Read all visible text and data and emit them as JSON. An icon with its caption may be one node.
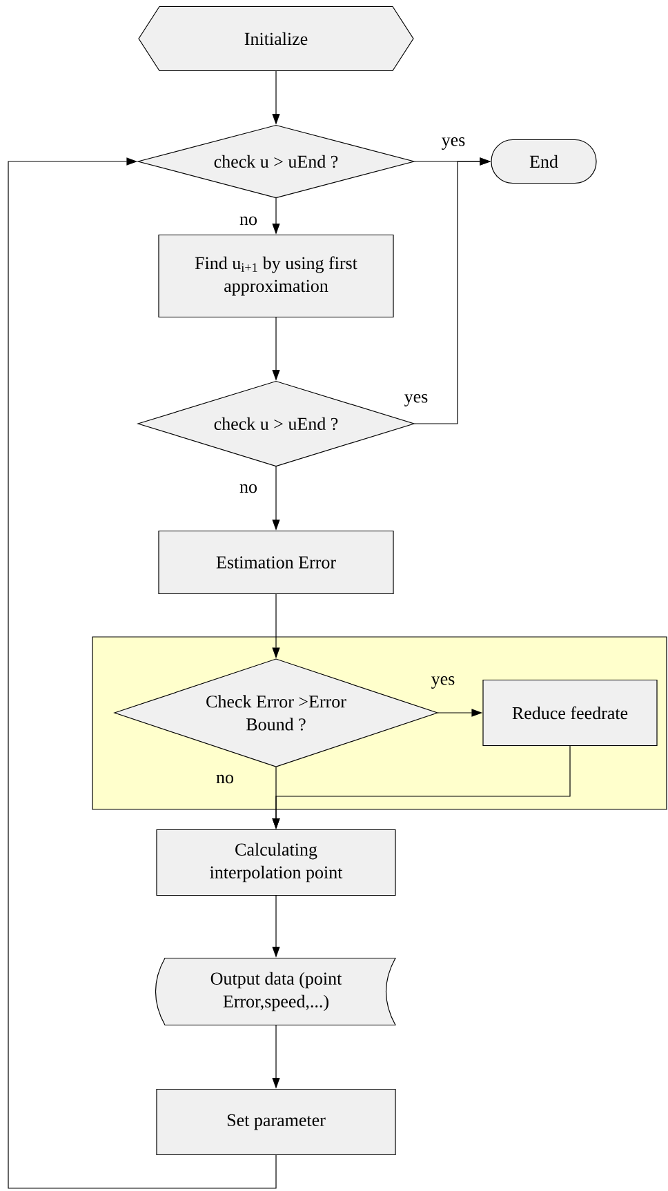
{
  "diagram": {
    "nodes": [
      {
        "text": [
          "Initialize"
        ]
      },
      {
        "text": [
          "check u > uEnd ?"
        ]
      },
      {
        "text": [
          "End"
        ]
      },
      {
        "text": [
          "Find u$_{i+1}$ by using first approximation"
        ]
      },
      {
        "text": [
          "check u > uEnd ?"
        ]
      },
      {
        "text": [
          "Estimation Error"
        ]
      },
      {
        "text": [],
        "shape": "box"
      },
      {
        "text": [
          "Check Error >Error Bound ?"
        ],
        "in": 6
      },
      {
        "text": [
          "Reduce feedrate"
        ],
        "in": 6
      },
      {
        "text": [
          "Calculating interpolation point"
        ]
      },
      {
        "text": [
          "Output data (point Error,speed,...)"
        ]
      },
      {
        "text": [
          "Set parameter"
        ]
      }
    ],
    "edges": [
      {
        "from": 0,
        "to": 1,
        "arrow": "to"
      },
      {
        "from": 1,
        "to": 2,
        "arrow": "to",
        "label": "yes"
      },
      {
        "from": 1,
        "to": 3,
        "arrow": "to",
        "label": "no"
      },
      {
        "from": 3,
        "to": 4,
        "arrow": "to"
      },
      {
        "from": 4,
        "to": 2,
        "arrow": "to",
        "label": "yes"
      },
      {
        "from": 4,
        "to": 5,
        "arrow": "to",
        "label": "no"
      },
      {
        "from": 5,
        "to": 7,
        "arrow": "to"
      },
      {
        "from": 7,
        "to": 8,
        "arrow": "to",
        "label": "yes"
      },
      {
        "from": 8,
        "to": 9,
        "arrow": "to"
      },
      {
        "from": 7,
        "to": 9,
        "arrow": "to",
        "label": "no"
      },
      {
        "from": 9,
        "to": 10,
        "arrow": "to"
      },
      {
        "from": 10,
        "to": 11,
        "arrow": "to"
      },
      {
        "from": 11,
        "to": 1,
        "arrow": "to"
      }
    ]
  }
}
